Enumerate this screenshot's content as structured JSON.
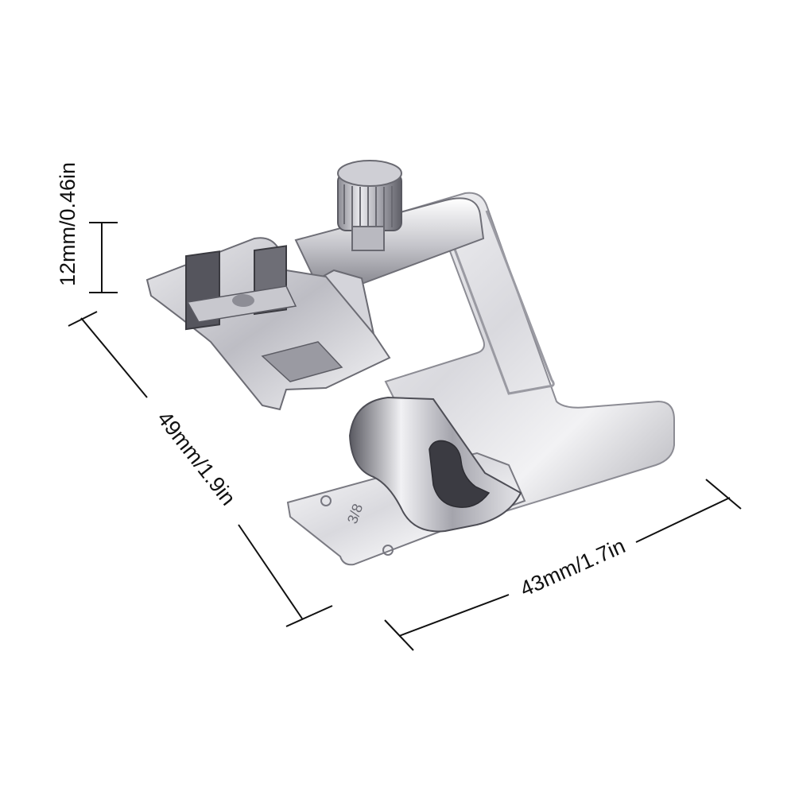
{
  "dimensions": {
    "height_label": "12mm/0.46in",
    "length_label": "49mm/1.9in",
    "width_label": "43mm/1.7in"
  },
  "product": {
    "name_icon": "sewing-presser-foot-icon",
    "engraved_mark": "3/8",
    "colors": {
      "metal_light": "#f4f4f6",
      "metal_mid": "#c9c9cf",
      "metal_dark": "#6d6d75",
      "metal_shadow": "#3a3a40"
    }
  }
}
